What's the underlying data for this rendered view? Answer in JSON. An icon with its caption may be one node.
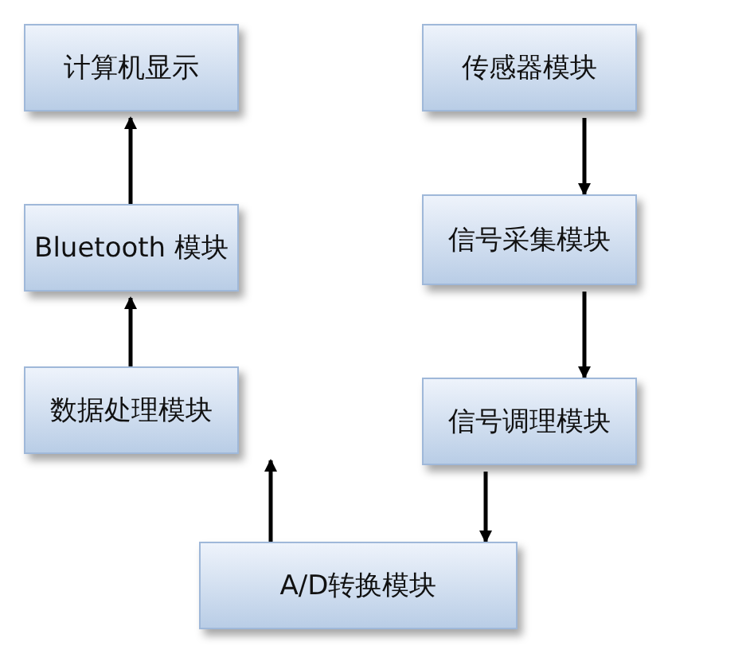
{
  "diagram": {
    "nodes": [
      {
        "text": [
          "计算机显示"
        ]
      },
      {
        "text": [
          "Bluetooth 模块"
        ]
      },
      {
        "text": [
          "数据处理模块"
        ]
      },
      {
        "text": [
          "传感器模块"
        ]
      },
      {
        "text": [
          "信号采集模块"
        ]
      },
      {
        "text": [
          "信号调理模块"
        ]
      },
      {
        "text": [
          "A/D转换模块"
        ]
      }
    ],
    "edges": [
      {
        "from": 1,
        "to": 0,
        "arrow": "to"
      },
      {
        "from": 2,
        "to": 1,
        "arrow": "to"
      },
      {
        "from": 6,
        "to": 2,
        "arrow": "to"
      },
      {
        "from": 3,
        "to": 4,
        "arrow": "to"
      },
      {
        "from": 4,
        "to": 5,
        "arrow": "to"
      },
      {
        "from": 5,
        "to": 6,
        "arrow": "to"
      }
    ]
  }
}
